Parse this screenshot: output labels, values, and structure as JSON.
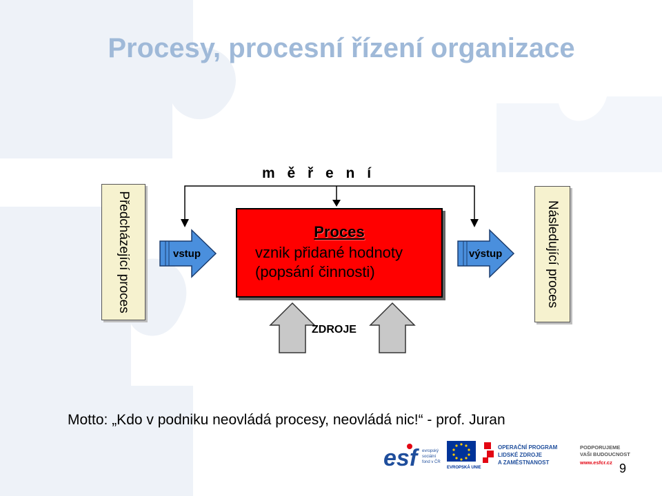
{
  "title": "Procesy, procesní řízení organizace",
  "measurement_label": "m ě ř e n í",
  "previous_process": "Předcházející proces",
  "next_process": "Následující proces",
  "input_label": "vstup",
  "output_label": "výstup",
  "process": {
    "title": "Proces",
    "line1": "vznik přidané hodnoty",
    "line2": "(popsání činnosti)"
  },
  "resources_label": "ZDROJE",
  "motto": "Motto: „Kdo v podniku neovládá procesy, neovládá nic!“ - prof. Juran",
  "footer": {
    "esf_small": "evropský sociální fond v ČR",
    "eu_label": "EVROPSKÁ UNIE",
    "op_line1": "OPERAČNÍ PROGRAM",
    "op_line2": "LIDSKÉ ZDROJE",
    "op_line3": "A ZAMĚSTNANOST",
    "support_line1": "PODPORUJEME",
    "support_line2": "VAŠI BUDOUCNOST",
    "website": "www.esfcr.cz"
  },
  "page_number": "9",
  "colors": {
    "title": "#9fb9d8",
    "process_fill": "#ff0000",
    "arrow_fill": "#4a8fdd",
    "resource_arrow_fill": "#c8c8c8",
    "side_box_fill": "#f6f2cf",
    "puzzle": "#eef2f8"
  }
}
